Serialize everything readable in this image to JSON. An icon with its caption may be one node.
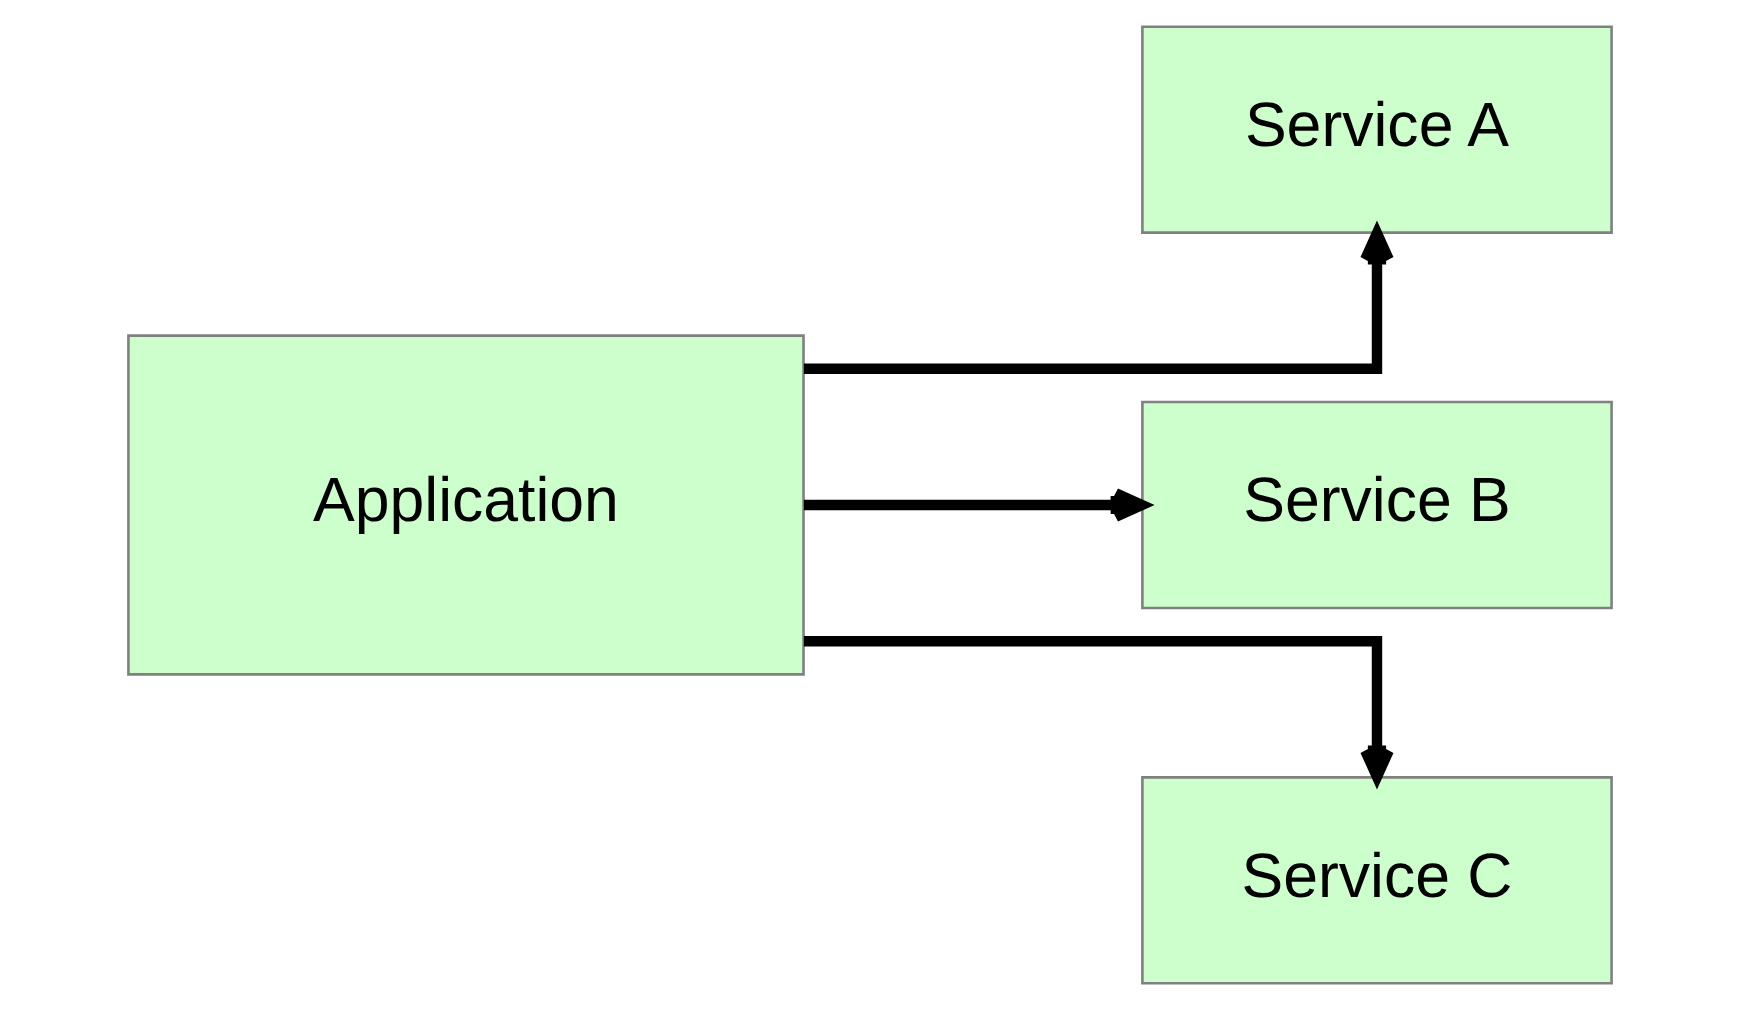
{
  "diagram": {
    "nodes": [
      {
        "text": [
          "Application"
        ]
      },
      {
        "text": [
          "Service A"
        ]
      },
      {
        "text": [
          "Service B"
        ]
      },
      {
        "text": [
          "Service C"
        ]
      }
    ],
    "edges": [
      {
        "from": 0,
        "to": 1,
        "arrow": "to"
      },
      {
        "from": 0,
        "to": 2,
        "arrow": "to"
      },
      {
        "from": 0,
        "to": 3,
        "arrow": "to"
      }
    ]
  }
}
